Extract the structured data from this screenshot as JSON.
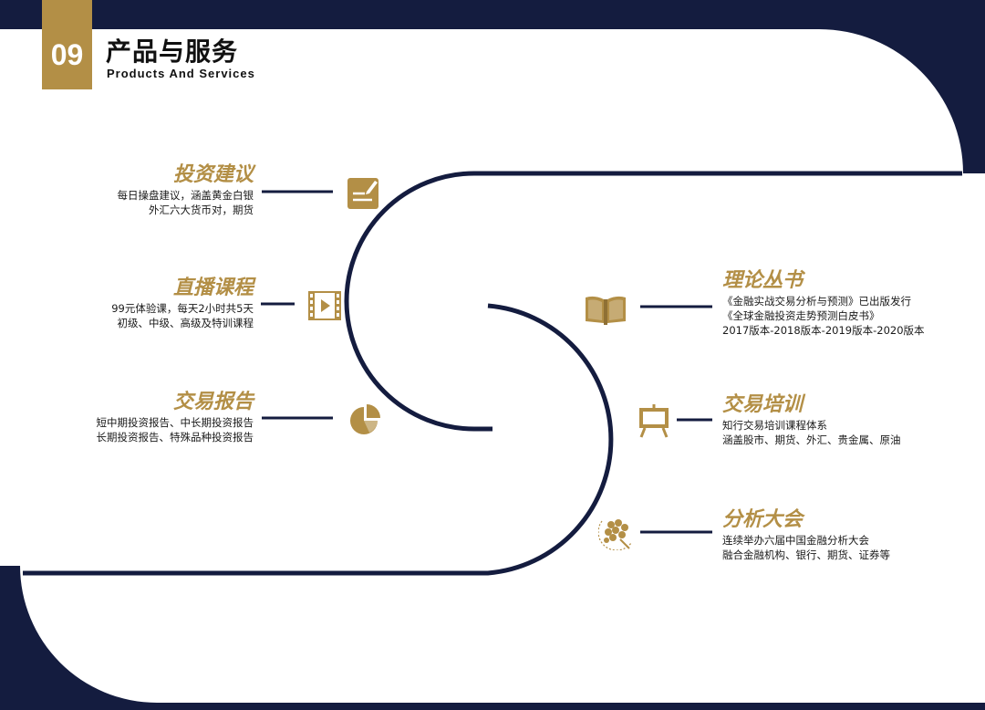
{
  "header": {
    "number": "09",
    "title": "产品与服务",
    "subtitle": "Products And Services"
  },
  "colors": {
    "navy": "#141c3f",
    "gold": "#b38f46"
  },
  "services": [
    {
      "title": "投资建议",
      "lines": [
        "每日操盘建议，涵盖黄金白银",
        "外汇六大货币对，期货"
      ],
      "icon": "pen-note-icon"
    },
    {
      "title": "直播课程",
      "lines": [
        "99元体验课，每天2小时共5天",
        "初级、中级、高级及特训课程"
      ],
      "icon": "video-film-icon"
    },
    {
      "title": "交易报告",
      "lines": [
        "短中期投资报告、中长期投资报告",
        "长期投资报告、特殊品种投资报告"
      ],
      "icon": "pie-chart-icon"
    },
    {
      "title": "理论丛书",
      "lines": [
        "《金融实战交易分析与预测》已出版发行",
        "《全球金融投资走势预测白皮书》",
        "2017版本-2018版本-2019版本-2020版本"
      ],
      "icon": "open-book-icon"
    },
    {
      "title": "交易培训",
      "lines": [
        "知行交易培训课程体系",
        "涵盖股市、期货、外汇、贵金属、原油"
      ],
      "icon": "presentation-board-icon"
    },
    {
      "title": "分析大会",
      "lines": [
        "连续举办六届中国金融分析大会",
        "融合金融机构、银行、期货、证券等"
      ],
      "icon": "people-cluster-icon"
    }
  ]
}
